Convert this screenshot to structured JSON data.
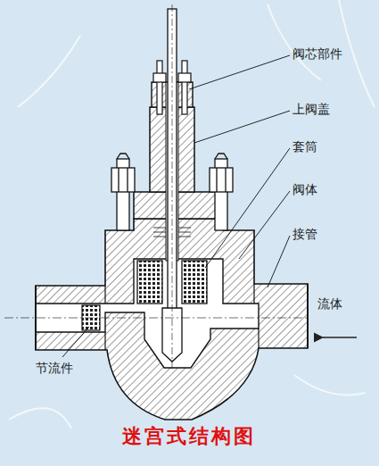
{
  "diagram": {
    "caption": "迷宫式结构图",
    "labels": [
      "阀芯部件",
      "上阀盖",
      "套筒",
      "阀体",
      "接管",
      "流体",
      "节流件"
    ]
  }
}
